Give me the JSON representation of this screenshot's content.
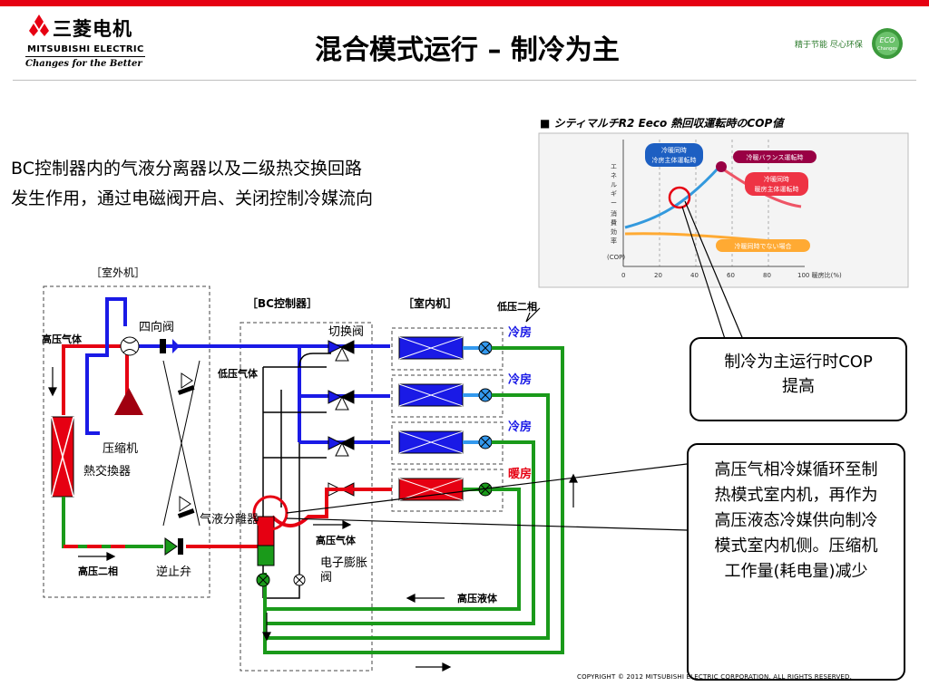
{
  "header": {
    "logo_cn": "三菱电机",
    "logo_en": "MITSUBISHI ELECTRIC",
    "logo_tagline": "Changes for the Better",
    "title": "混合模式运行 – 制冷为主",
    "slogan": "精于节能 尽心环保",
    "eco_badge": "ECO Changes"
  },
  "description": {
    "line1": "BC控制器内的气液分离器以及二级热交换回路",
    "line2": "发生作用，通过电磁阀开启、关闭控制冷媒流向"
  },
  "cop_chart": {
    "title": "■ シティマルチR2 Eeco 熱回収運転時のCOP値",
    "ylabel": "エネルギー消費効率",
    "ylabel_unit": "(COP)",
    "x_ticks": [
      "0",
      "20",
      "40",
      "60",
      "80",
      "100"
    ],
    "x_unit": "暖房比(%)",
    "tag_cooling_main": "冷暖同時 冷房主体運転時",
    "tag_balance": "冷暖バランス運転時",
    "tag_heating_main": "冷暖同時 暖房主体運転時",
    "tag_not_simul": "冷暖同時でない場合",
    "colors": {
      "cooling": "#3399dd",
      "heating": "#ee5566",
      "not_simul": "#ffaa33",
      "balance": "#990044",
      "marker": "#e60012"
    }
  },
  "diagram": {
    "outdoor_label": "［室外机］",
    "bc_label": "［BC控制器］",
    "indoor_label": "［室内机］",
    "low_pressure_two_phase": "低压二相",
    "high_pressure_gas_outdoor": "高压气体",
    "four_way_valve": "四向阀",
    "switch_valve": "切换阀",
    "low_pressure_gas": "低压气体",
    "compressor": "压缩机",
    "heat_exchanger": "熱交換器",
    "gas_liquid_separator": "气液分離器",
    "high_pressure_gas": "高压气体",
    "high_pressure_two_phase": "高压二相",
    "check_valve": "逆止弁",
    "electronic_expansion_valve": "电子膨胀阀",
    "high_pressure_liquid": "高压液体",
    "modes": [
      "冷房",
      "冷房",
      "冷房",
      "暖房"
    ],
    "colors": {
      "high_gas": "#e60012",
      "low_gas": "#1a1ae6",
      "liquid": "#1a9a1a",
      "two_phase": "#3399ee"
    }
  },
  "callouts": {
    "cop_note": "制冷为主运行时COP提高",
    "flow_note": "高压气相冷媒循环至制热模式室内机，再作为高压液态冷媒供向制冷模式室内机侧。压缩机工作量(耗电量)减少"
  },
  "footer": {
    "copyright": "COPYRIGHT © 2012 MITSUBISHI ELECTRIC CORPORATION. ALL RIGHTS RESERVED."
  }
}
